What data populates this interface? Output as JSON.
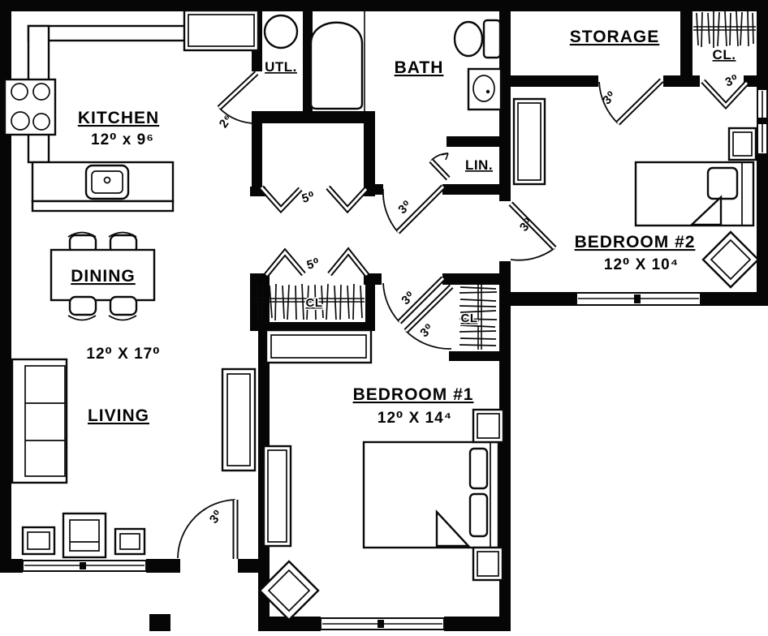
{
  "plan": {
    "rooms": {
      "kitchen": {
        "label": "KITCHEN",
        "dim": "12⁰ x 9⁶"
      },
      "utility": {
        "label": "UTL."
      },
      "bath": {
        "label": "BATH"
      },
      "storage": {
        "label": "STORAGE"
      },
      "storage_closet": {
        "label": "CL."
      },
      "linen": {
        "label": "LIN."
      },
      "bedroom2": {
        "label": "BEDROOM #2",
        "dim": "12⁰ X 10⁴"
      },
      "dining": {
        "label": "DINING"
      },
      "living": {
        "label": "LIVING"
      },
      "living_dining": {
        "dim": "12⁰ X 17⁰"
      },
      "bedroom1": {
        "label": "BEDROOM #1",
        "dim": "12⁰ X 14⁴"
      },
      "bedroom1_closet": {
        "label": "CL"
      },
      "bedroom1_closet2": {
        "label": "CL"
      }
    },
    "doors": {
      "kitchen_utility": "2⁶",
      "laundry_closet": "5⁰",
      "bath": "3⁰",
      "storage": "3⁰",
      "storage_closet": "3⁰",
      "bedroom2": "3⁰",
      "bedroom1": "3⁰",
      "bedroom1_closet": "5⁰",
      "bedroom1_closet2": "3⁰",
      "front": "3⁰"
    }
  }
}
